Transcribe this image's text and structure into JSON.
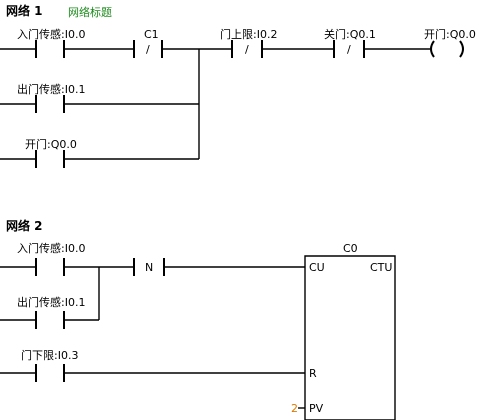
{
  "networks": [
    {
      "title": "网络 1",
      "comment": "网络标题",
      "contacts": {
        "entry_sensor": "入门传感:I0.0",
        "c1": "C1",
        "c1_symbol": "/",
        "upper_limit": "门上限:I0.2",
        "upper_limit_symbol": "/",
        "close_door": "关门:Q0.1",
        "close_door_symbol": "/",
        "exit_sensor": "出门传感:I0.1",
        "open_door_seal": "开门:Q0.0"
      },
      "coil": {
        "label": "开门:Q0.0",
        "symbol": "(  )"
      }
    },
    {
      "title": "网络 2",
      "contacts": {
        "entry_sensor": "入门传感:I0.0",
        "negate": "N",
        "exit_sensor": "出门传感:I0.1",
        "lower_limit": "门下限:I0.3"
      },
      "counter": {
        "name": "C0",
        "type": "CTU",
        "pin_cu": "CU",
        "pin_r": "R",
        "pin_pv": "PV",
        "pv_value": "2"
      }
    }
  ],
  "colors": {
    "comment": "#1c8a1c",
    "pv_value": "#e07800",
    "line": "#000000"
  }
}
